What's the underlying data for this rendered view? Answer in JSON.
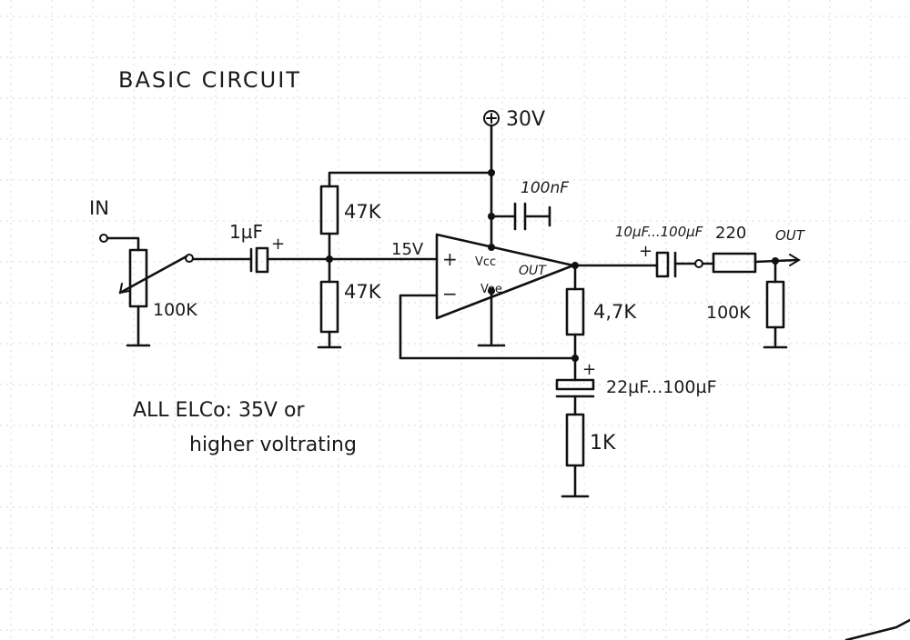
{
  "title": "BASIC CIRCUIT",
  "note": {
    "line1": "ALL ELCo: 35V or",
    "line2": "higher voltrating"
  },
  "labels": {
    "supply": "30V",
    "input": "IN",
    "output": "OUT",
    "pot": "100K",
    "in_cap": "1µF",
    "r_top": "47K",
    "r_bottom": "47K",
    "bias": "15V",
    "decoupling_cap": "100nF",
    "vcc": "Vcc",
    "vee": "Vee",
    "opamp_out": "OUT",
    "out_cap": "10µF...100µF",
    "r_series": "220",
    "r_load": "100K",
    "r_feedback": "4,7K",
    "fb_cap": "22µF...100µF",
    "r_gain": "1K",
    "plus": "+",
    "minus": "−"
  },
  "colors": {
    "ink": "#111111",
    "grid": "#d9d9d9",
    "paper": "#ffffff"
  }
}
